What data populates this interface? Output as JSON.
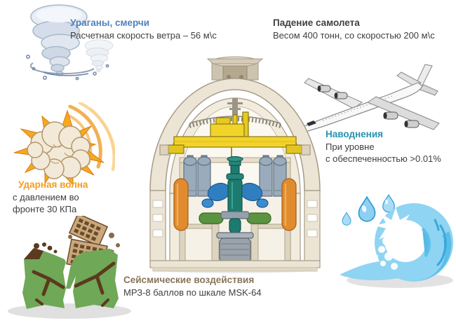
{
  "theme": {
    "background": "#ffffff",
    "title_blue": "#4f81bd",
    "title_dark": "#3f3f3f",
    "title_orange": "#f39c1f",
    "title_teal": "#2692ae",
    "title_brown": "#87755a",
    "body_text": "#3f3f3f",
    "land_green": "#6fa857",
    "crack_brown": "#5b3a1e",
    "crane_yellow": "#f2d32b",
    "wave_blue": "#8fd4f2",
    "wave_deep": "#54bae6",
    "vessel_teal": "#1d7a6e",
    "vessel_orange": "#e08b2d",
    "tank_blue": "#9aabbb",
    "pump_blue": "#2f7fc0",
    "concrete": "#ece5d6",
    "concrete_edge": "#a69b84"
  },
  "hazards": {
    "hurricane": {
      "title": "Ураганы, смерчи",
      "desc": "Расчетная скорость ветра – 56 м\\с",
      "icon": "tornado-icon"
    },
    "aircraft": {
      "title": "Падение самолета",
      "desc": "Весом 400 тонн, со скоростью 200 м\\с",
      "icon": "airplane-icon"
    },
    "shockwave": {
      "title": "Ударная волна",
      "desc_lines": [
        "с давлением во",
        "фронте 30 КПа"
      ],
      "icon": "explosion-icon"
    },
    "flood": {
      "title": "Наводнения",
      "desc_lines": [
        "При уровне",
        "с обеспеченностью  >0.01%"
      ],
      "icon": "wave-icon"
    },
    "seismic": {
      "title": "Сейсмические воздействия",
      "desc": "МРЗ-8 баллов по шкале MSK-64",
      "icon": "earthquake-icon"
    }
  },
  "center_illustration": "reactor-containment-cutaway"
}
